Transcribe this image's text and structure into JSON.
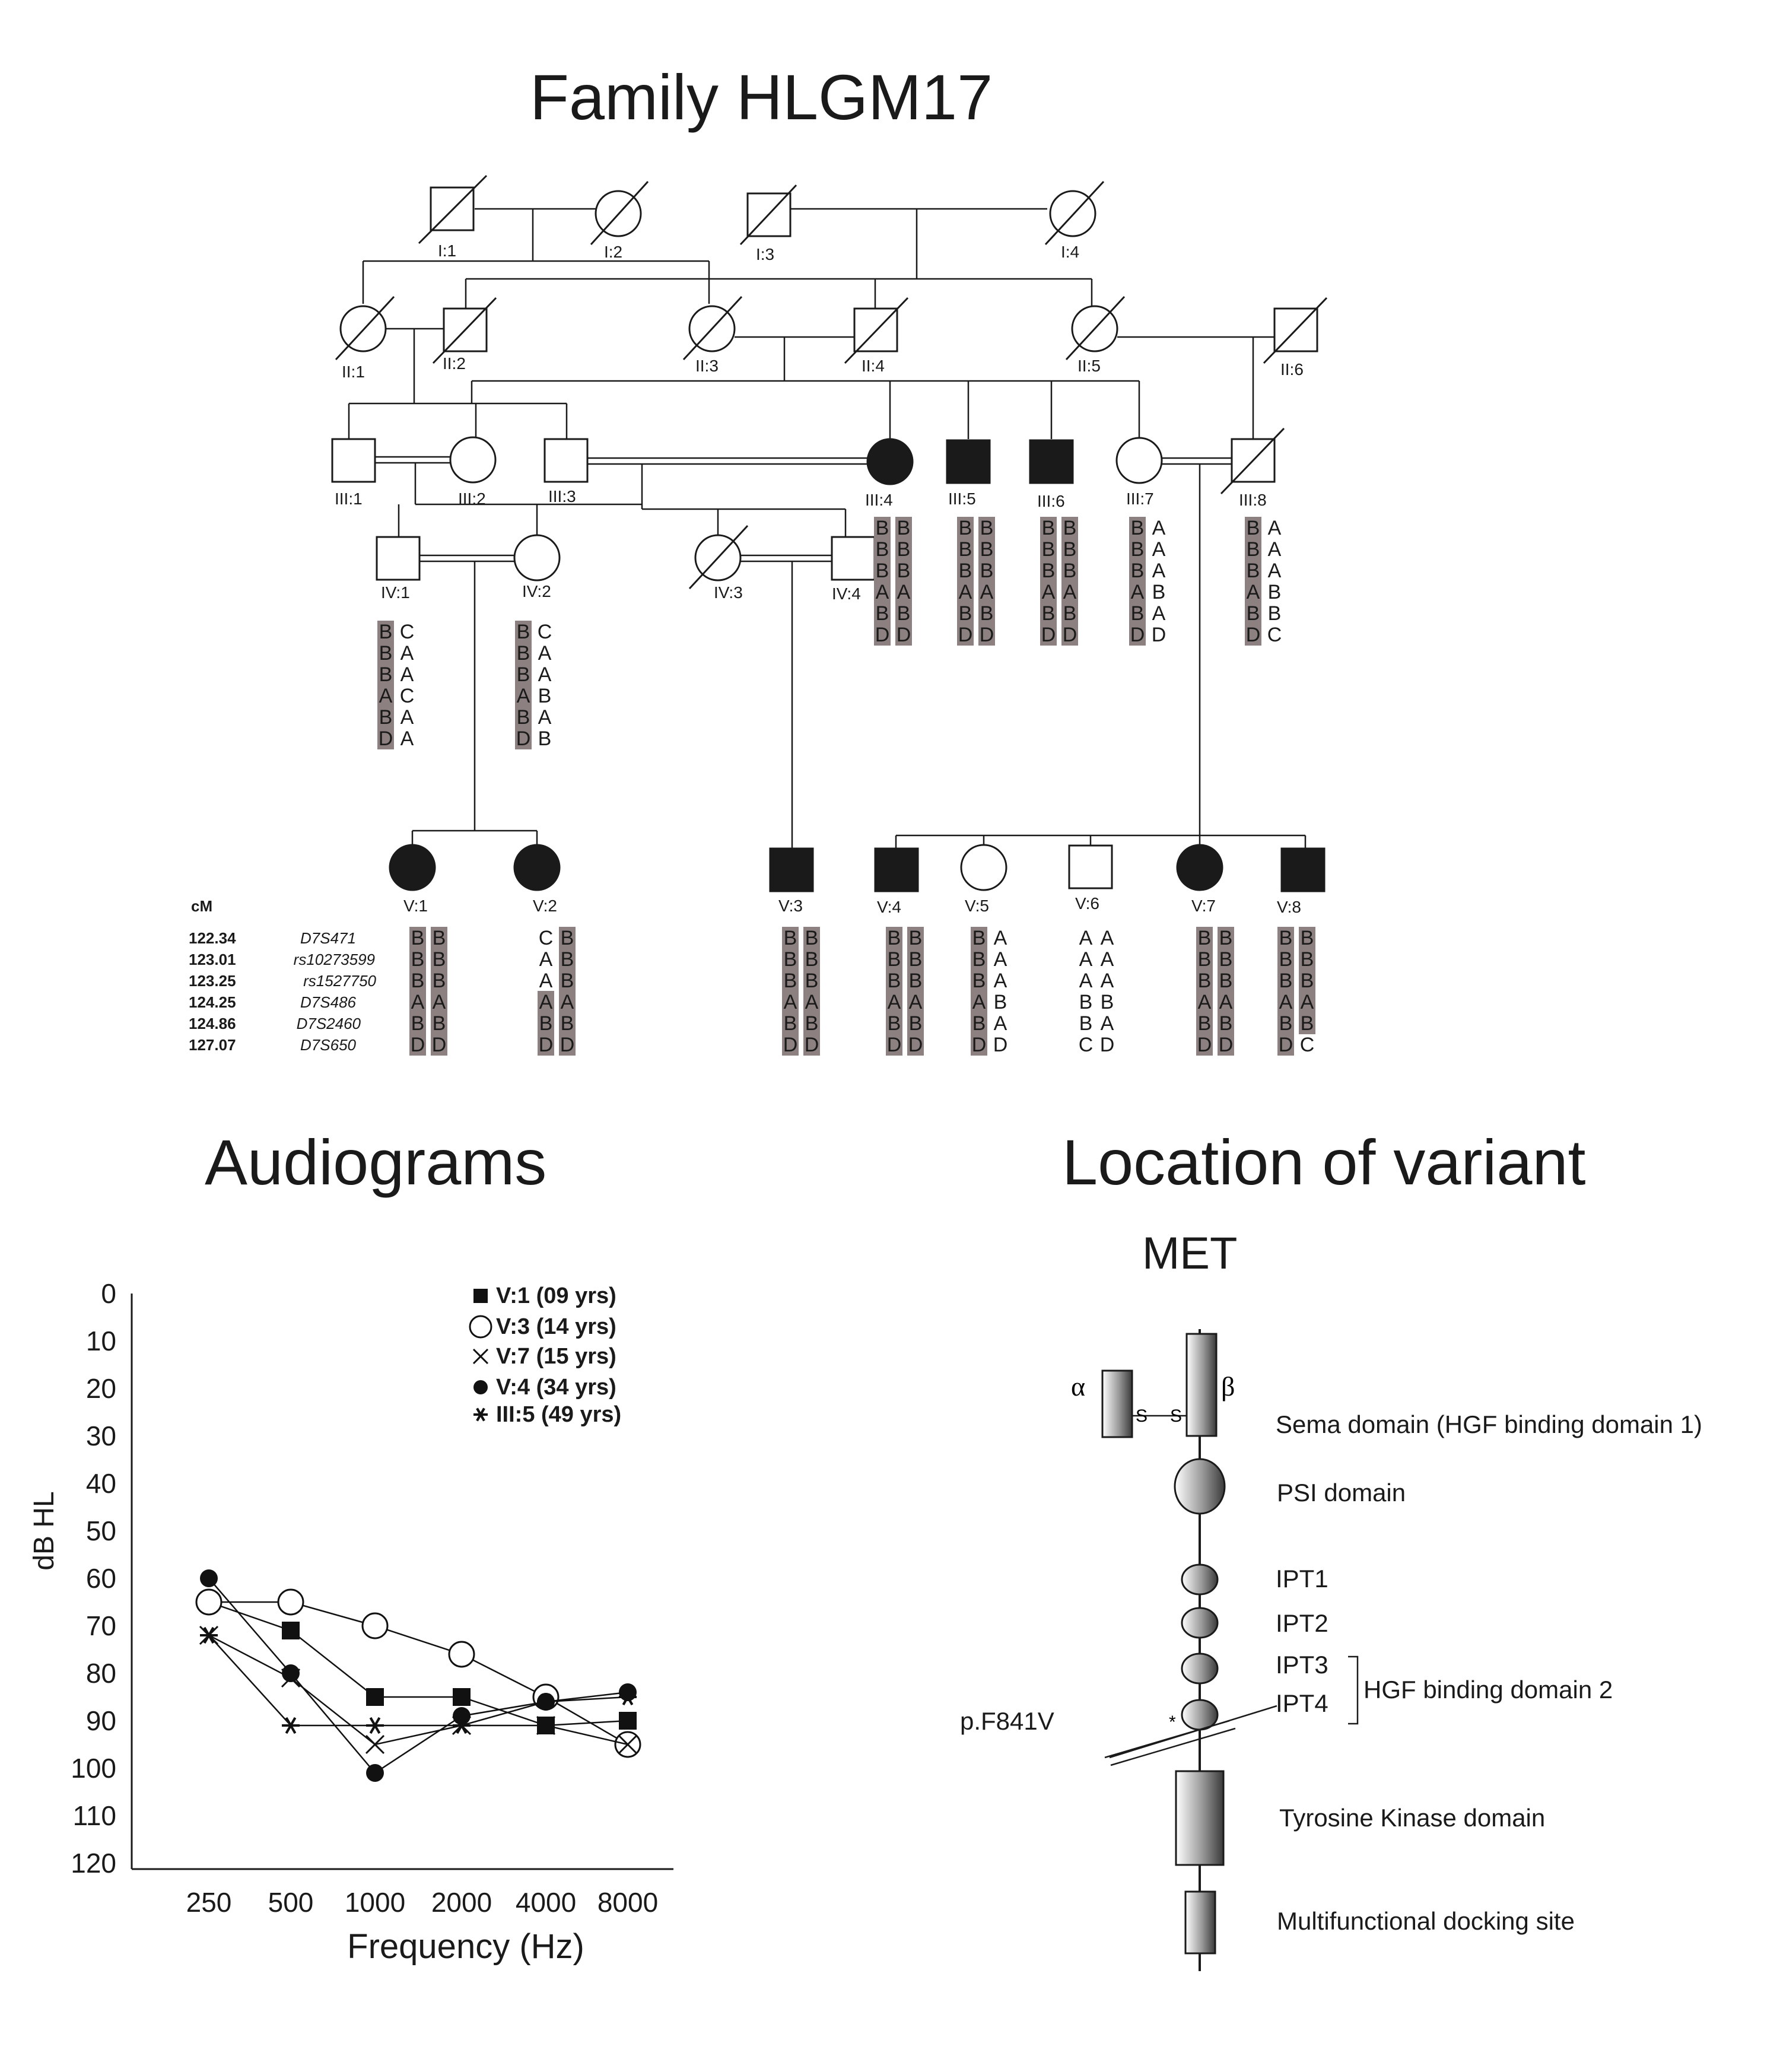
{
  "titles": {
    "pedigree": "Family HLGM17",
    "audiograms": "Audiograms",
    "variant": "Location of variant"
  },
  "pedigree": {
    "ids": {
      "I1": "I:1",
      "I2": "I:2",
      "I3": "I:3",
      "I4": "I:4",
      "II1": "II:1",
      "II2": "II:2",
      "II3": "II:3",
      "II4": "II:4",
      "II5": "II:5",
      "II6": "II:6",
      "III1": "III:1",
      "III2": "III:2",
      "III3": "III:3",
      "III4": "III:4",
      "III5": "III:5",
      "III6": "III:6",
      "III7": "III:7",
      "III8": "III:8",
      "IV1": "IV:1",
      "IV2": "IV:2",
      "IV3": "IV:3",
      "IV4": "IV:4",
      "V1": "V:1",
      "V2": "V:2",
      "V3": "V:3",
      "V4": "V:4",
      "V5": "V:5",
      "V6": "V:6",
      "V7": "V:7",
      "V8": "V:8"
    },
    "cm_header": "cM",
    "markers": [
      {
        "cm": "122.34",
        "name": "D7S471"
      },
      {
        "cm": "123.01",
        "name": "rs10273599"
      },
      {
        "cm": "123.25",
        "name": "rs1527750"
      },
      {
        "cm": "124.25",
        "name": "D7S486"
      },
      {
        "cm": "124.86",
        "name": "D7S2460"
      },
      {
        "cm": "127.07",
        "name": "D7S650"
      }
    ]
  },
  "chart_data": {
    "type": "line",
    "xlabel": "Frequency (Hz)",
    "ylabel": "dB HL",
    "categories": [
      "250",
      "500",
      "1000",
      "2000",
      "4000",
      "8000"
    ],
    "yticks": [
      "0",
      "10",
      "20",
      "30",
      "40",
      "50",
      "60",
      "70",
      "80",
      "90",
      "100",
      "110",
      "120"
    ],
    "ylim": [
      0,
      120
    ],
    "y_inverted": true,
    "legend_position": "top-right",
    "series": [
      {
        "name": "V:1 (09 yrs)",
        "marker": "filled-square",
        "values": [
          65,
          71,
          85,
          85,
          91,
          90
        ]
      },
      {
        "name": "V:3 (14 yrs)",
        "marker": "open-circle",
        "values": [
          65,
          65,
          70,
          76,
          85,
          95
        ]
      },
      {
        "name": "V:7 (15 yrs)",
        "marker": "cross",
        "values": [
          72,
          81,
          95,
          91,
          91,
          95
        ]
      },
      {
        "name": "V:4 (34 yrs)",
        "marker": "filled-circle",
        "values": [
          60,
          80,
          101,
          89,
          86,
          84
        ]
      },
      {
        "name": "III:5 (49 yrs)",
        "marker": "asterisk",
        "values": [
          72,
          91,
          91,
          91,
          86,
          85
        ]
      }
    ]
  },
  "protein": {
    "name": "MET",
    "alpha": "α",
    "beta": "β",
    "s_label": "S",
    "domains": {
      "sema": "Sema domain (HGF binding domain 1)",
      "psi": "PSI domain",
      "ipt1": "IPT1",
      "ipt2": "IPT2",
      "ipt3": "IPT3",
      "ipt4": "IPT4",
      "hgf2": "HGF binding domain 2",
      "tk": "Tyrosine Kinase domain",
      "docking": "Multifunctional docking site"
    },
    "variant": "p.F841V",
    "variant_mark": "*"
  }
}
